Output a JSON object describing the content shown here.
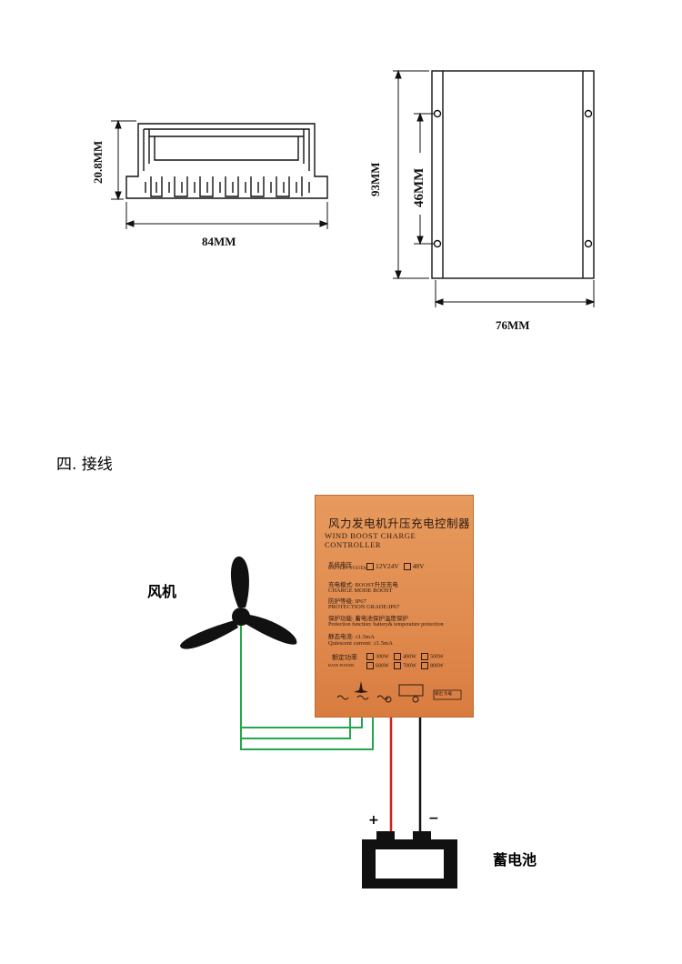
{
  "dimensions": {
    "profile_height": "20.8MM",
    "profile_width": "84MM",
    "body_length": "93MM",
    "hole_spacing": "46MM",
    "body_width": "76MM"
  },
  "section": {
    "heading": "四. 接线"
  },
  "labels": {
    "wind_turbine": "风机",
    "battery": "蓄电池",
    "battery_plus": "+",
    "battery_minus": "−"
  },
  "controller": {
    "title_cn": "风力发电机升压充电控制器",
    "title_en": "WIND BOOST CHARGE  CONTROLLER",
    "battery_system_cn": "系统电压",
    "battery_system_en": "BATTERY SYSTEM",
    "option_12_24": "12V24V",
    "option_48": "48V",
    "charge_mode_cn": "充电模式: BOOST升压充电",
    "charge_mode_en": "CHARGE MODE BOOST",
    "protection_grade_cn": "防护等级: IP67",
    "protection_grade_en": "PROTECTION GRADE:IP67",
    "protection_func_cn": "保护功能: 蓄电池保护温度保护",
    "protection_func_en": "Protection function:  battery& temperature protection",
    "quiescent_cn": "静态电流: ≤1.5mA",
    "quiescent_en": "Quiescent current:  ≤1.5mA",
    "rate_power_cn": "额定功率",
    "rate_power_en": "RATE POWER",
    "powers": [
      "300W",
      "400W",
      "500W",
      "600W",
      "700W",
      "800W"
    ],
    "terminal_tag1": "输出",
    "terminal_tag2": "负载"
  },
  "colors": {
    "controller_fill": "#e08a4e",
    "wire_green": "#21a84a",
    "wire_red": "#d41c1c",
    "wire_black": "#111111"
  }
}
